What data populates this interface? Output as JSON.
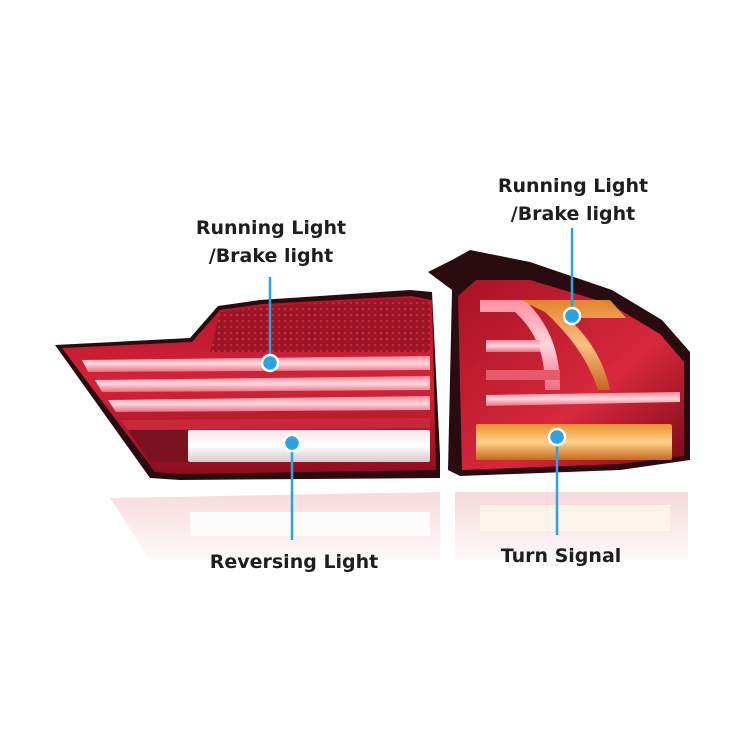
{
  "product": {
    "description_hidden": false
  },
  "labels": {
    "left_running": {
      "line1": "Running Light",
      "line2": "/Brake light"
    },
    "right_running": {
      "line1": "Running Light",
      "line2": "/Brake light"
    },
    "reversing": "Reversing Light",
    "turn_signal": "Turn Signal"
  },
  "colors": {
    "callout_line": "#2aa3de",
    "callout_dot": "#2aa3de",
    "lens_red": "#c0162a",
    "amber": "#f0a43a"
  }
}
